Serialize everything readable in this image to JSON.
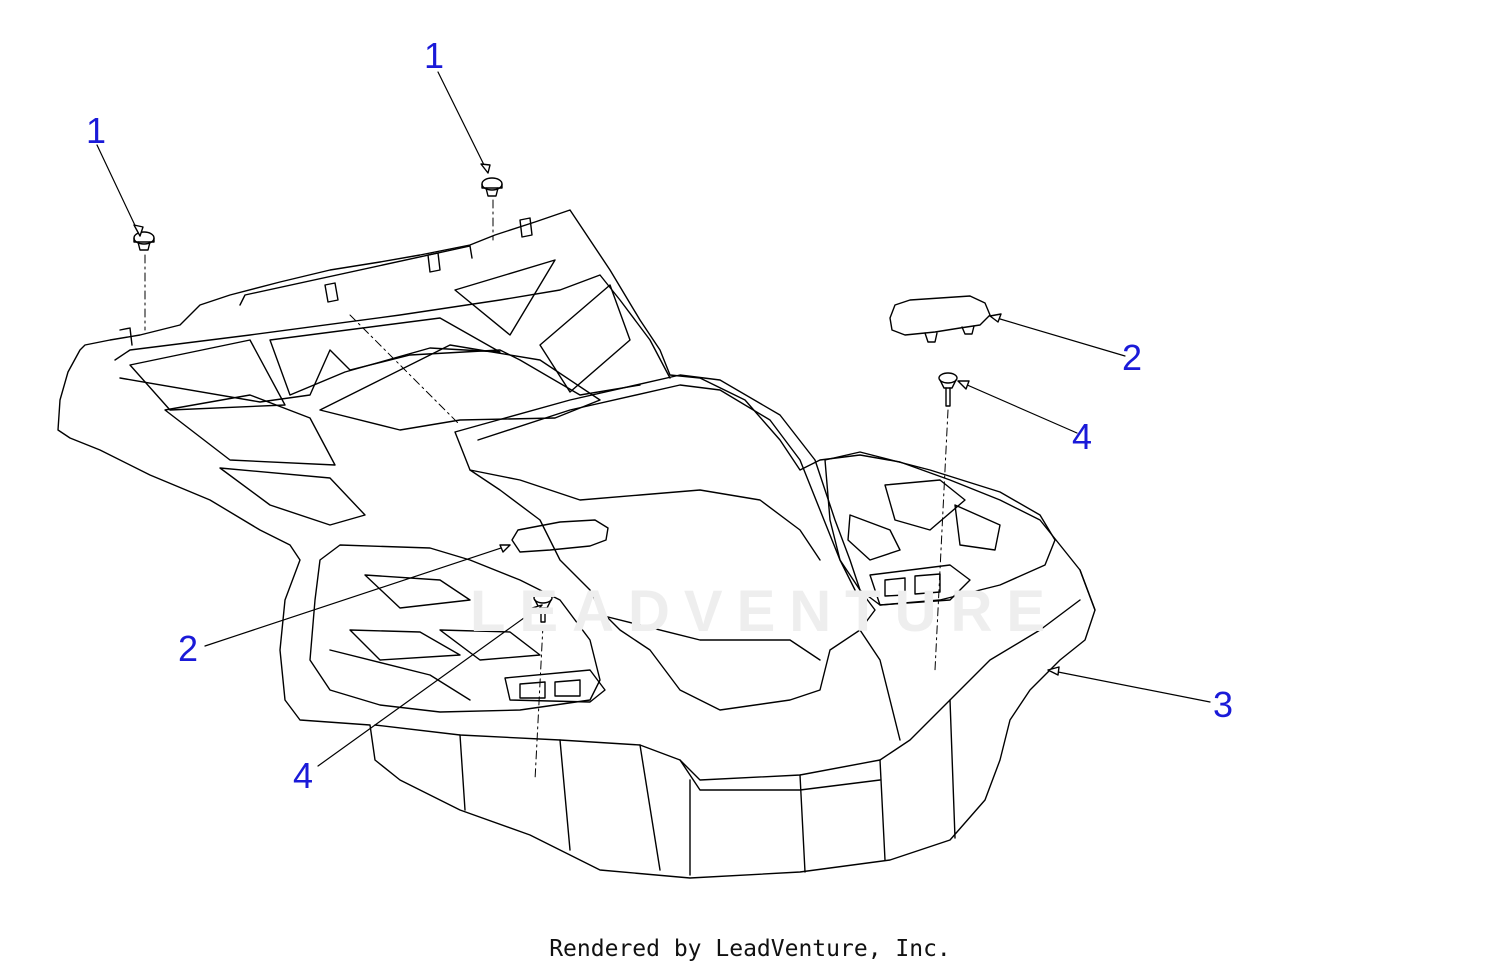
{
  "diagram": {
    "callouts": [
      {
        "id": "c1a",
        "label": "1"
      },
      {
        "id": "c1b",
        "label": "1"
      },
      {
        "id": "c2a",
        "label": "2"
      },
      {
        "id": "c2b",
        "label": "2"
      },
      {
        "id": "c3",
        "label": "3"
      },
      {
        "id": "c4a",
        "label": "4"
      },
      {
        "id": "c4b",
        "label": "4"
      }
    ],
    "watermark_text": "LEADVENTURE",
    "footer_text": "Rendered by LeadVenture, Inc."
  },
  "colors": {
    "callout": "#1a1ad8",
    "line": "#000000",
    "background": "#ffffff",
    "watermark": "#eeeeee"
  }
}
